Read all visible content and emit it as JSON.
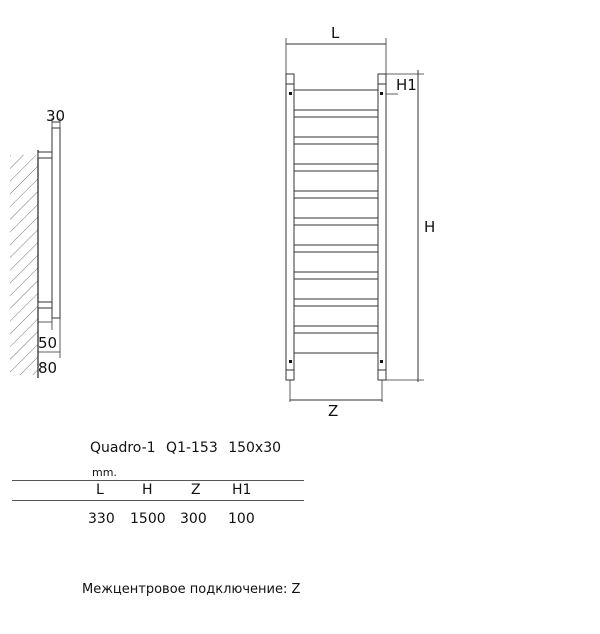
{
  "side_view": {
    "top_dim": "30",
    "bottom_dims": [
      "50",
      "80"
    ]
  },
  "front_view": {
    "width_label": "L",
    "height_label": "H",
    "top_offset_label": "H1",
    "center_distance_label": "Z",
    "rung_count": 10
  },
  "spec": {
    "title_parts": [
      "Quadro-1",
      "Q1-153",
      "150x30"
    ],
    "unit": "mm.",
    "headers": [
      "L",
      "H",
      "Z",
      "H1"
    ],
    "values": [
      "330",
      "1500",
      "300",
      "100"
    ]
  },
  "footnote": "Межцентровое подключение: Z"
}
